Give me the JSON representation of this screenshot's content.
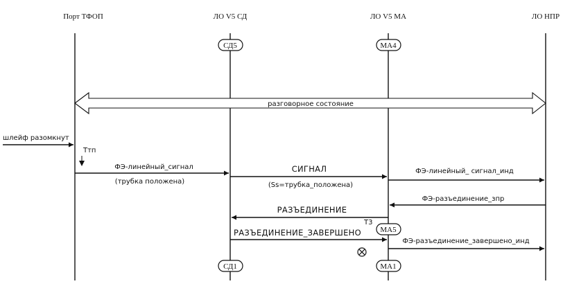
{
  "headers": {
    "port": "Порт ТФОП",
    "lo_v5_sd": "ЛО V5 СД",
    "lo_v5_ma": "ЛО V5 МА",
    "lo_npr": "ЛО НПР"
  },
  "states": {
    "sd_top": "СД5",
    "ma_top": "МА4",
    "ma_mid": "МА5",
    "sd_bottom": "СД1",
    "ma_bottom": "МА1"
  },
  "banner": "разговорное состояние",
  "loop_open": "шлейф разомкнут",
  "timers": {
    "ttp": "Ттп",
    "t3": "Т3"
  },
  "messages": {
    "fe_line_signal": "ФЭ-линейный_сигнал",
    "fe_line_signal_sub": "(трубка положена)",
    "signal": "СИГНАЛ",
    "signal_sub": "(Ss=трубка_положена)",
    "fe_line_signal_ind": "ФЭ-линейный_ сигнал_инд",
    "fe_disconnect_req": "ФЭ-разъединение_зпр",
    "disconnect": "РАЗЪЕДИНЕНИЕ",
    "disconnect_done": "РАЗЪЕДИНЕНИЕ_ЗАВЕРШЕНО",
    "fe_disconnect_done_ind": "ФЭ-разъединение_завершено_инд"
  }
}
